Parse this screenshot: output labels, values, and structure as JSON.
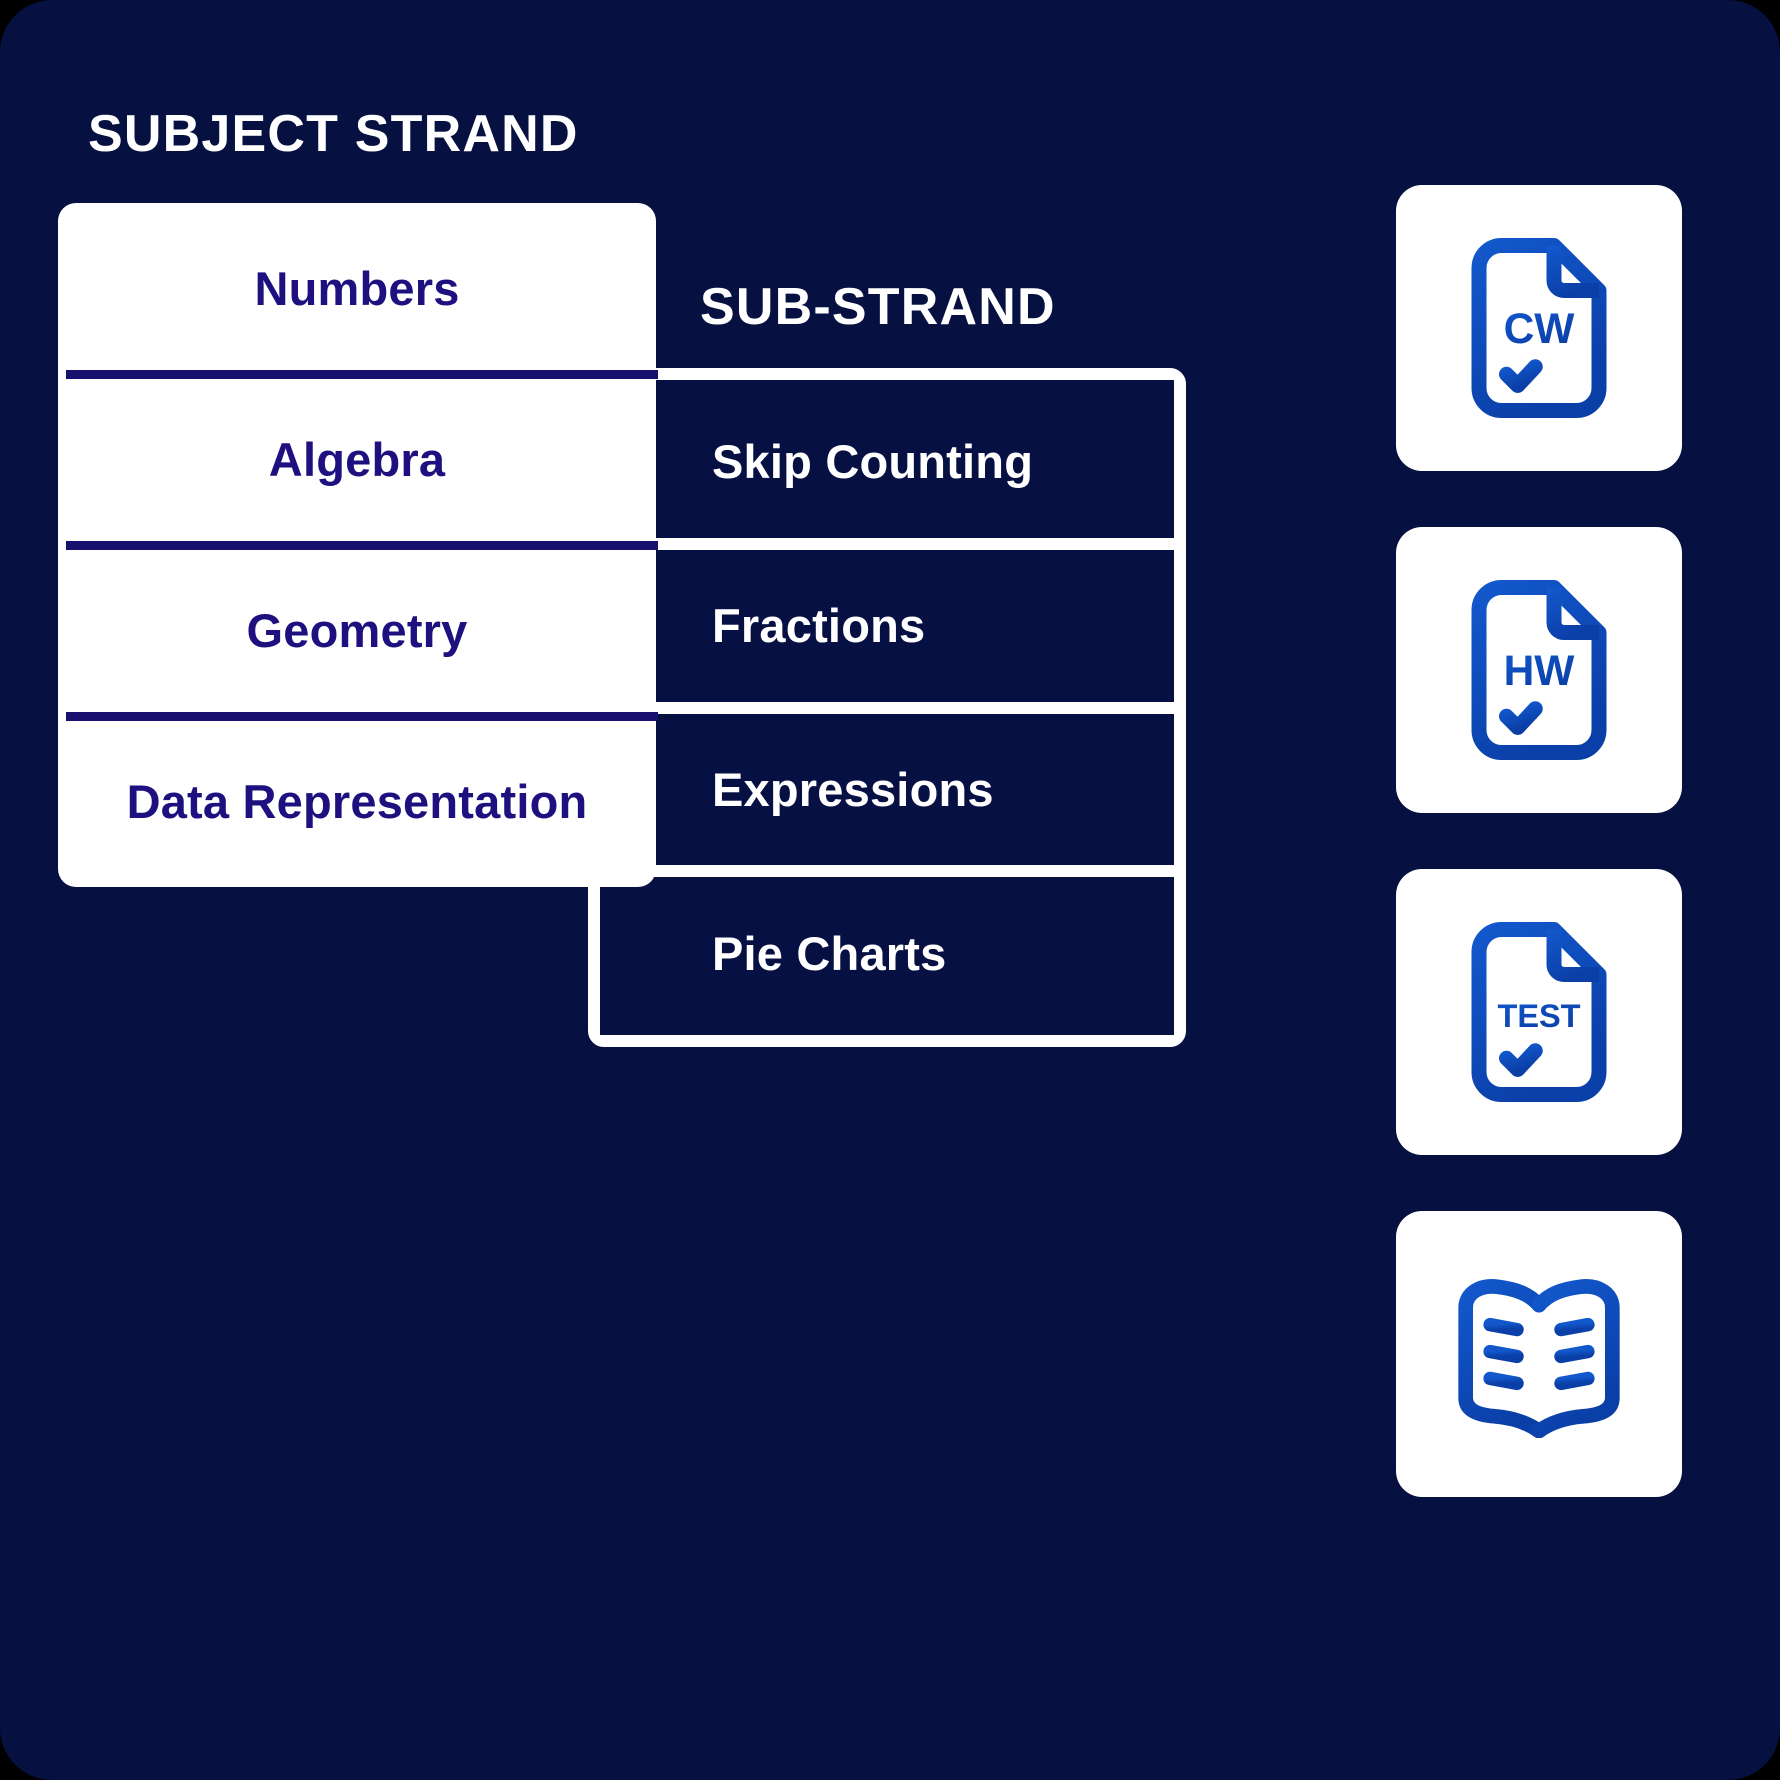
{
  "canvas": {
    "background_color": "#061041",
    "card_color": "#ffffff",
    "strand_text_color": "#1f1080",
    "substrand_text_color": "#ffffff",
    "icon_color": "#1258cc",
    "icon_color_dark": "#0b3fa8"
  },
  "headings": {
    "subject_strand": "SUBJECT STRAND",
    "sub_strand": "SUB-STRAND"
  },
  "strands": [
    {
      "label": "Numbers"
    },
    {
      "label": "Algebra"
    },
    {
      "label": "Geometry"
    },
    {
      "label": "Data Representation"
    }
  ],
  "sub_strands": [
    {
      "label": "Skip Counting"
    },
    {
      "label": "Fractions"
    },
    {
      "label": "Expressions"
    },
    {
      "label": "Pie Charts"
    }
  ],
  "icon_cards": [
    {
      "icon": "document-cw-icon",
      "text": "CW"
    },
    {
      "icon": "document-hw-icon",
      "text": "HW"
    },
    {
      "icon": "document-test-icon",
      "text": "TEST"
    },
    {
      "icon": "open-book-icon",
      "text": ""
    }
  ]
}
